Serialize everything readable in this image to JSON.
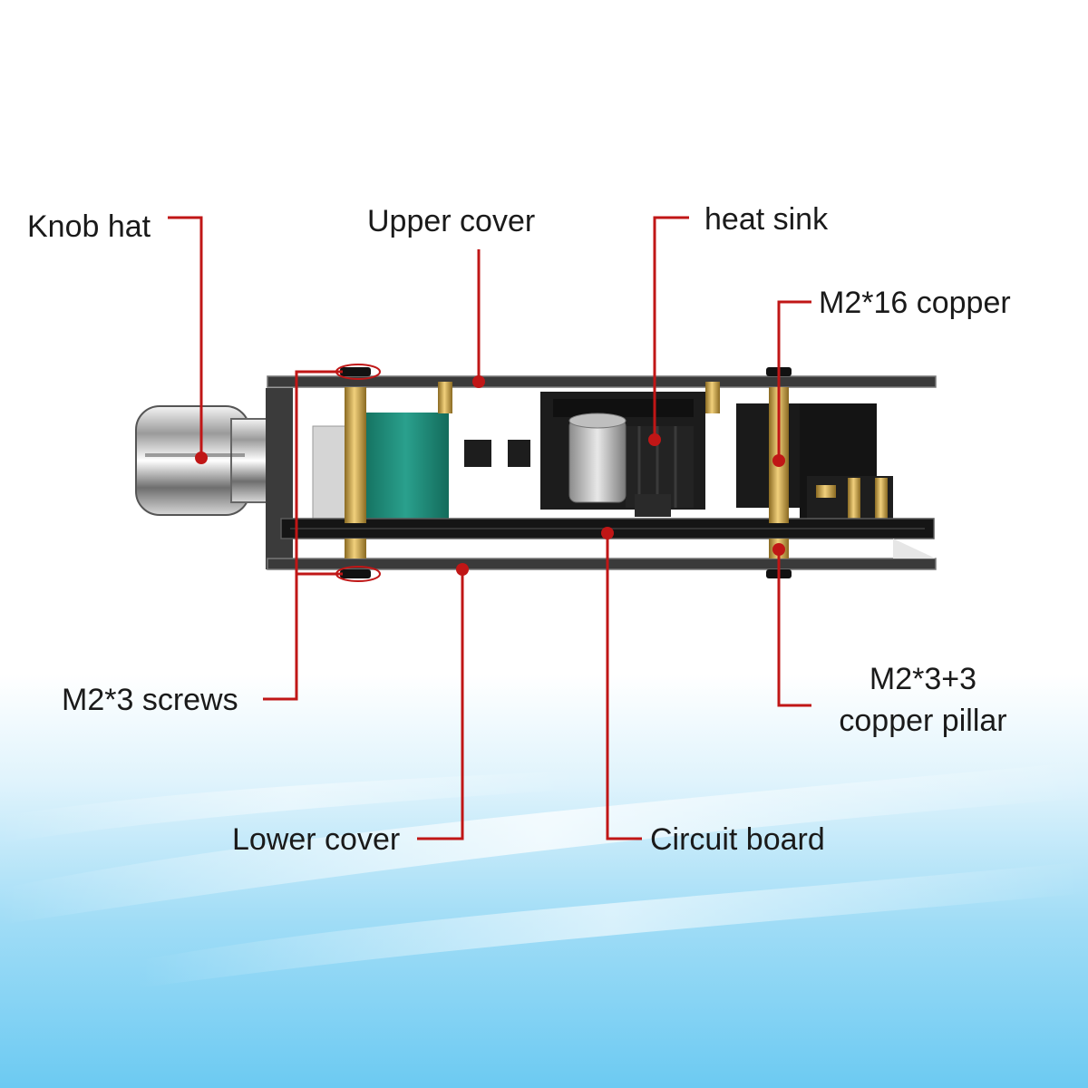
{
  "colors": {
    "leader_line": "#c01616",
    "marker_dot": "#c01616",
    "cover_plate": "#2b2b2b",
    "pcb": "#151515",
    "brass": "#c9a24a",
    "capacitor_teal": "#1f8a7a",
    "sky_light": "#cfeefb",
    "sky_deep": "#5cc3f0"
  },
  "callouts": {
    "knob_hat": "Knob hat",
    "upper_cover": "Upper cover",
    "heat_sink": "heat sink",
    "m2_16_copper": "M2*16 copper",
    "m2_3_screws": "M2*3 screws",
    "m2_3_3_line1": "M2*3+3",
    "m2_3_3_line2": "copper pillar",
    "lower_cover": "Lower cover",
    "circuit_board": "Circuit board"
  }
}
